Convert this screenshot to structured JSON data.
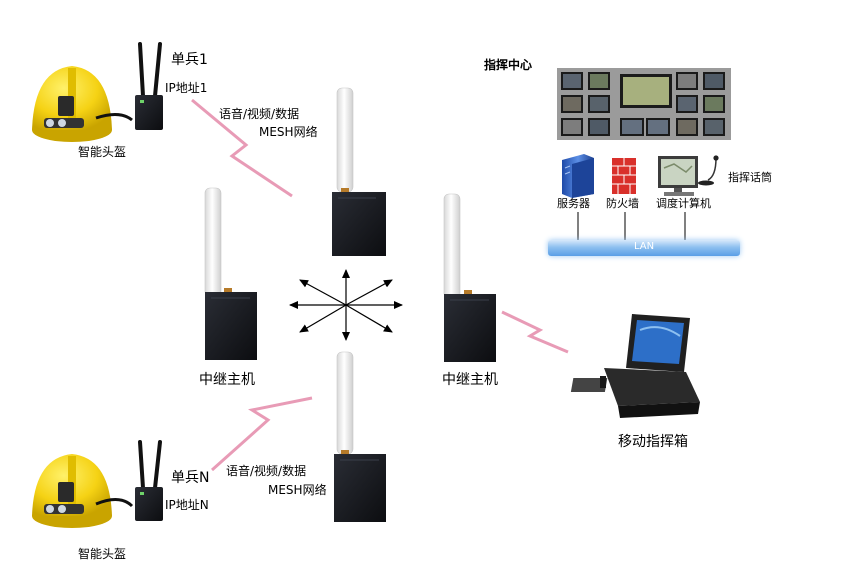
{
  "soldier_top": {
    "name": "单兵1",
    "ip": "IP地址1",
    "helmet_label": "智能头盔"
  },
  "soldier_bottom": {
    "name": "单兵N",
    "ip": "IP地址N",
    "helmet_label": "智能头盔"
  },
  "mesh_top": {
    "line1": "语音/视频/数据",
    "line2": "MESH网络"
  },
  "mesh_bottom": {
    "line1": "语音/视频/数据",
    "line2": "MESH网络"
  },
  "relay_left_label": "中继主机",
  "relay_right_label": "中继主机",
  "command_center": {
    "title": "指挥中心",
    "server_label": "服务器",
    "firewall_label": "防火墙",
    "dispatch_label": "调度计算机",
    "mic_label": "指挥话筒",
    "lan_label": "LAN"
  },
  "mobile_box_label": "移动指挥箱",
  "colors": {
    "device_black": "#15171c",
    "antenna_white": "#f4f4f4",
    "helmet_yellow": "#f5d214",
    "wireless_pink": "#e89bb6",
    "lan_blue": "#6aaae9",
    "server_blue": "#2f63c6",
    "firewall_red": "#d9302b"
  }
}
